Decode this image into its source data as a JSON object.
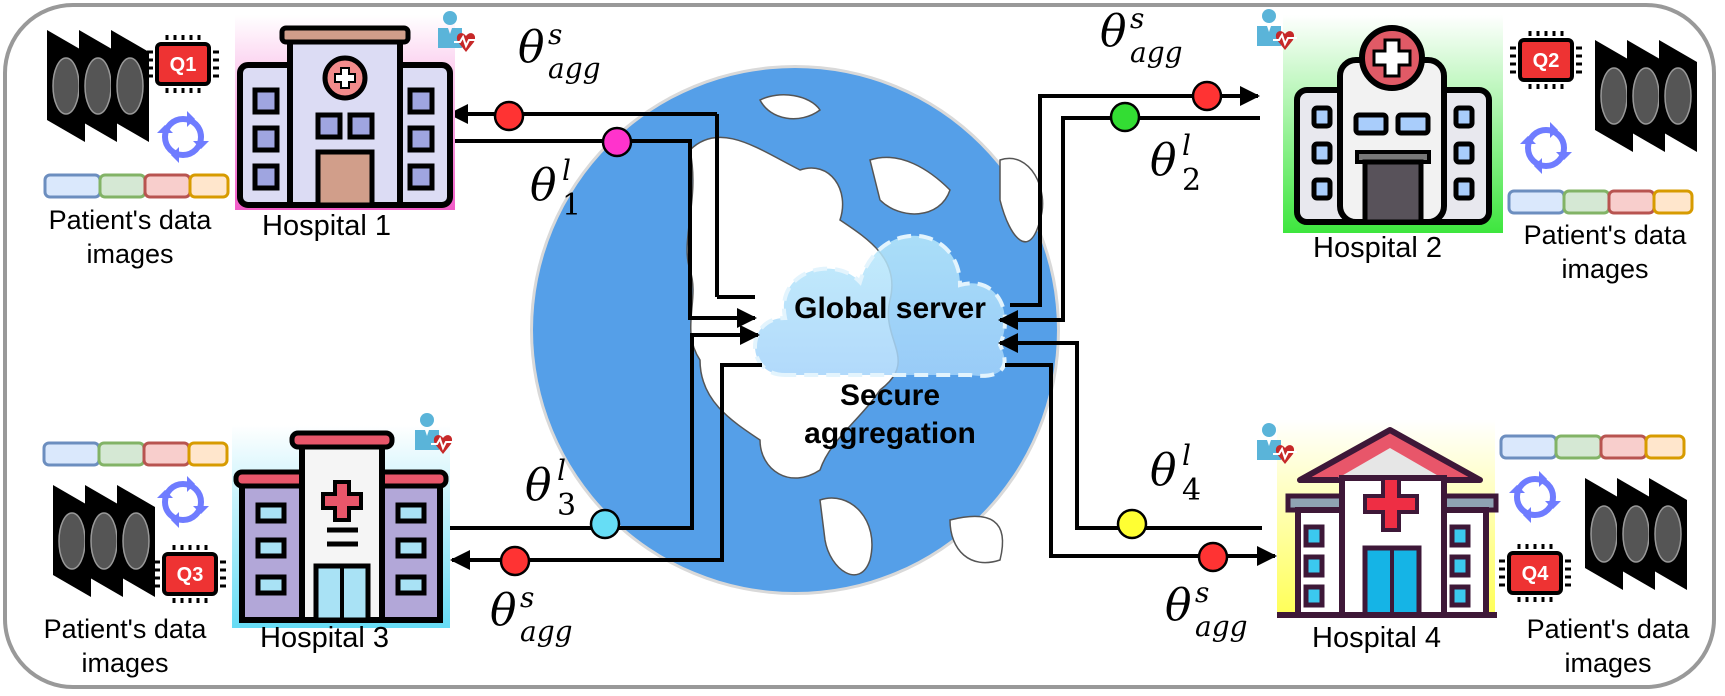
{
  "center": {
    "server_label": "Global server",
    "aggregation_label_line1": "Secure",
    "aggregation_label_line2": "aggregation"
  },
  "hospitals": [
    {
      "label": "Hospital 1",
      "chip": "Q1",
      "bg_color": "#f7b6e6",
      "patient_label_line1": "Patient's data",
      "patient_label_line2": "images",
      "local_param": {
        "symbol": "θ",
        "sup": "l",
        "sub": "1"
      },
      "local_dot_color": "#ff33cc",
      "agg_dot_color": "#ff3333"
    },
    {
      "label": "Hospital 2",
      "chip": "Q2",
      "bg_color": "#44ee44",
      "patient_label_line1": "Patient's data",
      "patient_label_line2": "images",
      "local_param": {
        "symbol": "θ",
        "sup": "l",
        "sub": "2"
      },
      "local_dot_color": "#33dd33",
      "agg_dot_color": "#ff3333"
    },
    {
      "label": "Hospital 3",
      "chip": "Q3",
      "bg_color": "#7fe3f5",
      "patient_label_line1": "Patient's data",
      "patient_label_line2": "images",
      "local_param": {
        "symbol": "θ",
        "sup": "l",
        "sub": "3"
      },
      "local_dot_color": "#66ddf5",
      "agg_dot_color": "#ff3333"
    },
    {
      "label": "Hospital 4",
      "chip": "Q4",
      "bg_color": "#ffff66",
      "patient_label_line1": "Patient's data",
      "patient_label_line2": "images",
      "local_param": {
        "symbol": "θ",
        "sup": "l",
        "sub": "4"
      },
      "local_dot_color": "#ffff33",
      "agg_dot_color": "#ff3333"
    }
  ],
  "aggregated_param": {
    "symbol": "θ",
    "sup": "s",
    "sub": "agg"
  },
  "colors": {
    "globe_ocean": "#559fe8",
    "land": "#ffffff",
    "cloud": "#a8dcf8",
    "frame": "#999999",
    "chip_red": "#ee3333",
    "sync_arrow": "#6f7cff"
  }
}
